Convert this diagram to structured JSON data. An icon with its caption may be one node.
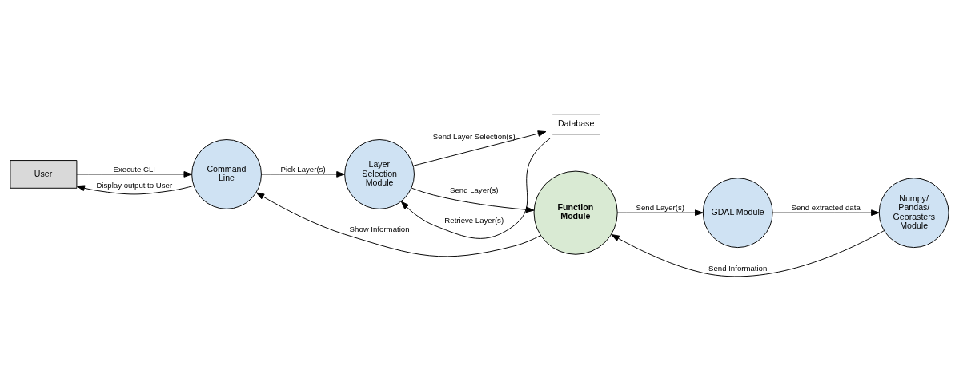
{
  "diagram": {
    "nodes": [
      {
        "text": [
          "User"
        ]
      },
      {
        "text": [
          "Command Line"
        ]
      },
      {
        "text": [
          "Layer Selection Module"
        ]
      },
      {
        "text": [
          "Database"
        ]
      },
      {
        "text": [
          "Function Module"
        ]
      },
      {
        "text": [
          "GDAL Module"
        ]
      },
      {
        "text": [
          "Numpy/ Pandas/ Georasters Module"
        ]
      }
    ],
    "edges": [
      {
        "from": 0,
        "to": 1,
        "arrow": "to",
        "label": "Execute CLI"
      },
      {
        "from": 1,
        "to": 0,
        "arrow": "to",
        "label": "Display output to User"
      },
      {
        "from": 1,
        "to": 2,
        "arrow": "to",
        "label": "Pick Layer(s)"
      },
      {
        "from": 2,
        "to": 3,
        "arrow": "to",
        "label": "Send Layer Selection(s)"
      },
      {
        "from": 3,
        "to": 2,
        "arrow": "to",
        "label": "Retrieve Layer(s)"
      },
      {
        "from": 2,
        "to": 4,
        "arrow": "to",
        "label": "Send Layer(s)"
      },
      {
        "from": 4,
        "to": 5,
        "arrow": "to",
        "label": "Send Layer(s)"
      },
      {
        "from": 5,
        "to": 6,
        "arrow": "to",
        "label": "Send extracted data"
      },
      {
        "from": 6,
        "to": 4,
        "arrow": "to",
        "label": "Send Information"
      },
      {
        "from": 4,
        "to": 1,
        "arrow": "to",
        "label": "Show Information"
      }
    ]
  }
}
